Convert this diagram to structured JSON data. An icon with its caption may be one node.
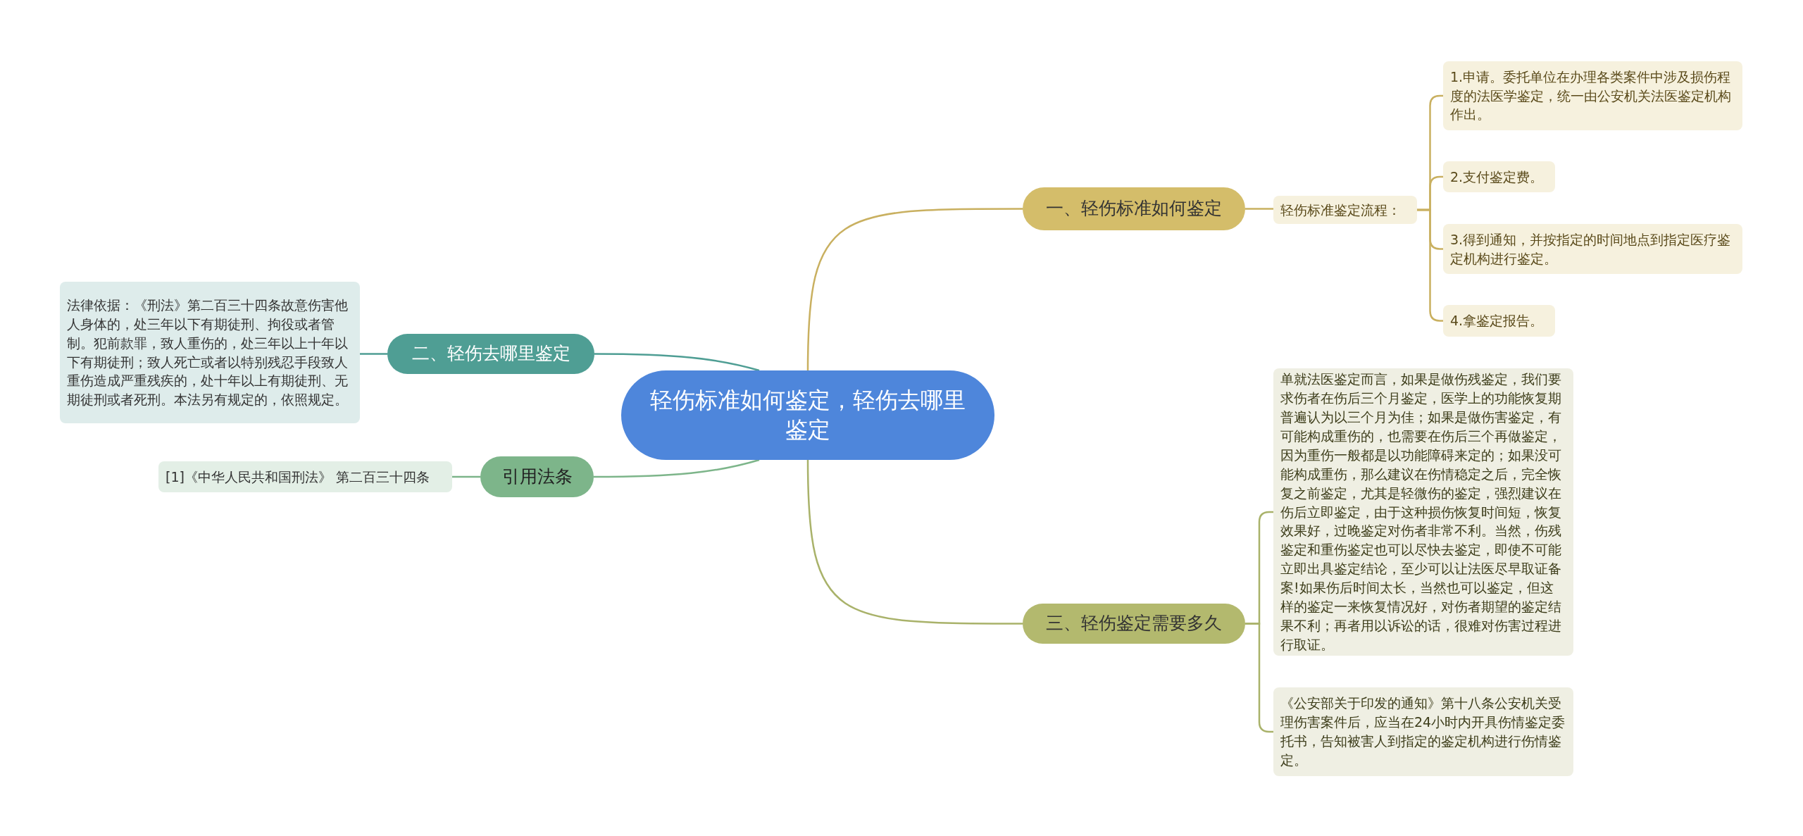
{
  "diagram": {
    "nodes": [
      {
        "text": [
          "轻伤标准如何鉴定，轻伤去哪里鉴定"
        ]
      },
      {
        "text": [
          "一、轻伤标准如何鉴定"
        ]
      },
      {
        "text": [
          "轻伤标准鉴定流程："
        ]
      },
      {
        "text": [
          "1.申请。委托单位在办理各类案件中涉及损伤程度的法医学鉴定，统一由公安机关法医鉴定机构作出。"
        ]
      },
      {
        "text": [
          "2.支付鉴定费。"
        ]
      },
      {
        "text": [
          "3.得到通知，并按指定的时间地点到指定医疗鉴定机构进行鉴定。"
        ]
      },
      {
        "text": [
          "4.拿鉴定报告。"
        ]
      },
      {
        "text": [
          "二、轻伤去哪里鉴定"
        ]
      },
      {
        "text": [
          "法律依据：《刑法》第二百三十四条故意伤害他人身体的，处三年以下有期徒刑、拘役或者管制。犯前款罪，致人重伤的，处三年以上十年以下有期徒刑；致人死亡或者以特别残忍手段致人重伤造成严重残疾的，处十年以上有期徒刑、无期徒刑或者死刑。本法另有规定的，依照规定。"
        ]
      },
      {
        "text": [
          "引用法条"
        ]
      },
      {
        "text": [
          "[1]《中华人民共和国刑法》 第二百三十四条"
        ]
      },
      {
        "text": [
          "三、轻伤鉴定需要多久"
        ]
      },
      {
        "text": [
          "单就法医鉴定而言，如果是做伤残鉴定，我们要求伤者在伤后三个月鉴定，医学上的功能恢复期普遍认为以三个月为佳；如果是做伤害鉴定，有可能构成重伤的，也需要在伤后三个再做鉴定，因为重伤一般都是以功能障碍来定的；如果没可能构成重伤，那么建议在伤情稳定之后，完全恢复之前鉴定，尤其是轻微伤的鉴定，强烈建议在伤后立即鉴定，由于这种损伤恢复时间短，恢复效果好，过晚鉴定对伤者非常不利。当然，伤残鉴定和重伤鉴定也可以尽快去鉴定，即使不可能立即出具鉴定结论，至少可以让法医尽早取证备案!如果伤后时间太长，当然也可以鉴定，但这样的鉴定一来恢复情况好，对伤者期望的鉴定结果不利；再者用以诉讼的话，很难对伤害过程进行取证。"
        ]
      },
      {
        "text": [
          "《公安部关于印发的通知》第十八条公安机关受理伤害案件后，应当在24小时内开具伤情鉴定委托书，告知被害人到指定的鉴定机构进行伤情鉴定。"
        ]
      }
    ],
    "edges": [
      {
        "from": 0,
        "to": 1,
        "arrow": "none"
      },
      {
        "from": 1,
        "to": 2,
        "arrow": "none"
      },
      {
        "from": 2,
        "to": 3,
        "arrow": "none"
      },
      {
        "from": 2,
        "to": 4,
        "arrow": "none"
      },
      {
        "from": 2,
        "to": 5,
        "arrow": "none"
      },
      {
        "from": 2,
        "to": 6,
        "arrow": "none"
      },
      {
        "from": 0,
        "to": 7,
        "arrow": "none",
        "color": "#4f9e94"
      },
      {
        "from": 7,
        "to": 8,
        "arrow": "none",
        "color": "#4f9e94"
      },
      {
        "from": 0,
        "to": 9,
        "arrow": "none",
        "color": "#7db58a"
      },
      {
        "from": 9,
        "to": 10,
        "arrow": "none",
        "color": "#7db58a"
      },
      {
        "from": 0,
        "to": 11,
        "arrow": "none",
        "color": "#a9b26a"
      },
      {
        "from": 11,
        "to": 12,
        "arrow": "none",
        "color": "#a9b26a"
      },
      {
        "from": 11,
        "to": 13,
        "arrow": "none",
        "color": "#a9b26a"
      }
    ]
  }
}
